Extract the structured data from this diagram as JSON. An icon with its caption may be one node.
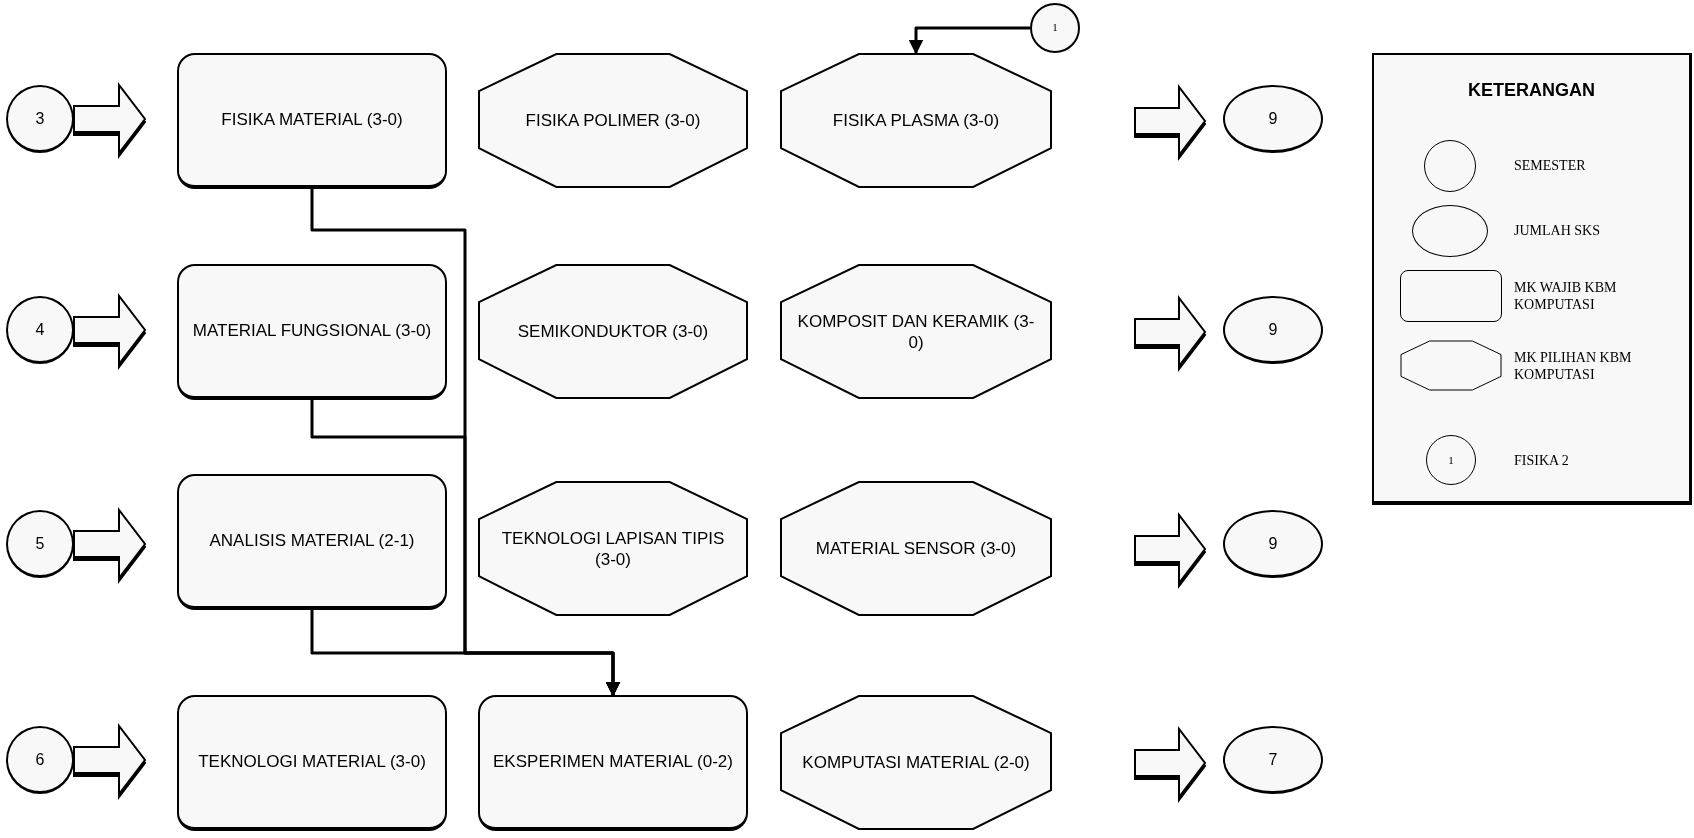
{
  "diagram": {
    "nodes": [
      {
        "text": [
          "3"
        ]
      },
      {
        "text": [
          "4"
        ]
      },
      {
        "text": [
          "5"
        ]
      },
      {
        "text": [
          "6"
        ]
      },
      {
        "text": [
          "FISIKA MATERIAL (3-0)"
        ]
      },
      {
        "text": [
          "FISIKA POLIMER (3-0)"
        ]
      },
      {
        "text": [
          "FISIKA PLASMA (3-0)"
        ]
      },
      {
        "text": [
          "MATERIAL FUNGSIONAL (3-0)"
        ]
      },
      {
        "text": [
          "SEMIKONDUKTOR (3-0)"
        ]
      },
      {
        "text": [
          "KOMPOSIT DAN KERAMIK (3-0)"
        ]
      },
      {
        "text": [
          "ANALISIS MATERIAL (2-1)"
        ]
      },
      {
        "text": [
          "TEKNOLOGI LAPISAN TIPIS (3-0)"
        ]
      },
      {
        "text": [
          "MATERIAL SENSOR (3-0)"
        ]
      },
      {
        "text": [
          "TEKNOLOGI MATERIAL (3-0)"
        ]
      },
      {
        "text": [
          "EKSPERIMEN MATERIAL (0-2)"
        ]
      },
      {
        "text": [
          "KOMPUTASI MATERIAL (2-0)"
        ]
      },
      {
        "text": [
          "1"
        ]
      },
      {
        "text": [
          "9"
        ]
      },
      {
        "text": [
          "9"
        ]
      },
      {
        "text": [
          "9"
        ]
      },
      {
        "text": [
          "7"
        ]
      }
    ],
    "edges": [
      {
        "from": 0,
        "to": 4,
        "arrow": "to",
        "style": "thick"
      },
      {
        "from": 1,
        "to": 7,
        "arrow": "to",
        "style": "thick"
      },
      {
        "from": 2,
        "to": 10,
        "arrow": "to",
        "style": "thick"
      },
      {
        "from": 3,
        "to": 13,
        "arrow": "to",
        "style": "thick"
      },
      {
        "from": 6,
        "to": 17,
        "arrow": "to",
        "style": "thick"
      },
      {
        "from": 9,
        "to": 18,
        "arrow": "to",
        "style": "thick"
      },
      {
        "from": 12,
        "to": 19,
        "arrow": "to",
        "style": "thick"
      },
      {
        "from": 15,
        "to": 20,
        "arrow": "to",
        "style": "thick"
      },
      {
        "from": 4,
        "to": 14,
        "arrow": "to"
      },
      {
        "from": 7,
        "to": 14,
        "arrow": "to"
      },
      {
        "from": 10,
        "to": 14,
        "arrow": "to"
      },
      {
        "from": 16,
        "to": 6,
        "arrow": "to"
      }
    ],
    "labels": [
      "KETERANGAN",
      "1"
    ],
    "legend": [
      {
        "text": "SEMESTER"
      },
      {
        "text": "JUMLAH SKS"
      },
      {
        "text": "MK WAJIB KBM KOMPUTASI"
      },
      {
        "text": "MK PILIHAN KBM KOMPUTASI"
      },
      {
        "text": "FISIKA 2"
      }
    ]
  }
}
